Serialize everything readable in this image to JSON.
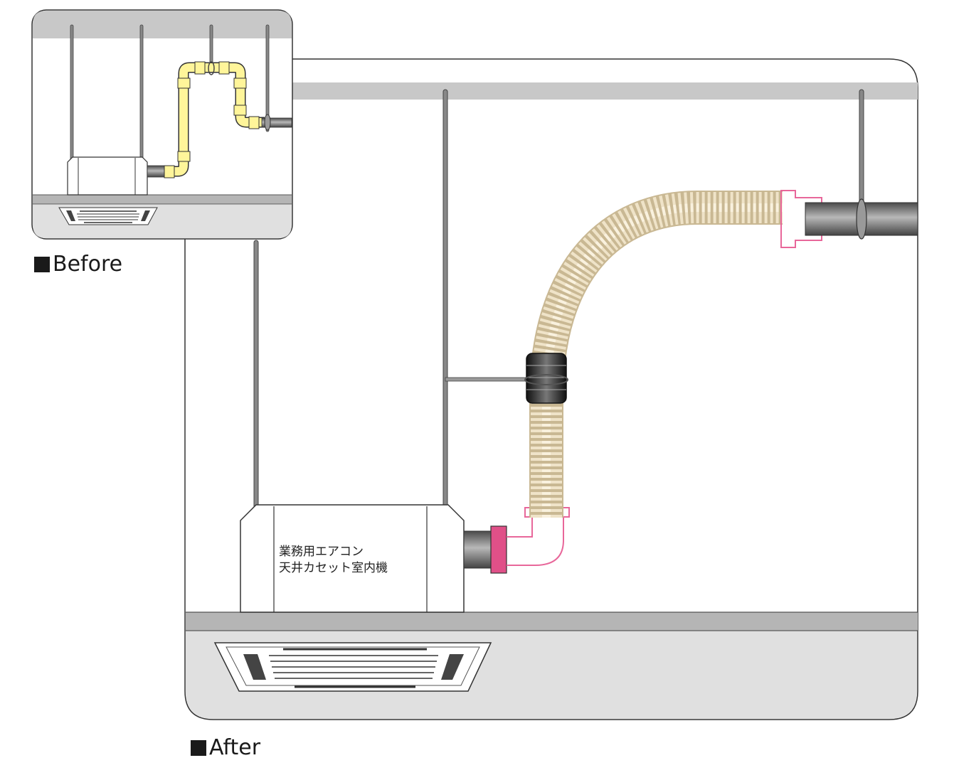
{
  "captions": {
    "before": "Before",
    "after": "After"
  },
  "unit_label": {
    "line1": "業務用エアコン",
    "line2": "天井カセット室内機"
  },
  "colors": {
    "ceiling_band": "#c8c8c8",
    "ceiling_fill": "#e0e0e0",
    "pipe_dark": "#6e6e6e",
    "yellow_pipe": "#fff59a",
    "flex_hose": "#efe3c8",
    "pink_fitting": "#e8679a",
    "clamp": "#333333"
  }
}
